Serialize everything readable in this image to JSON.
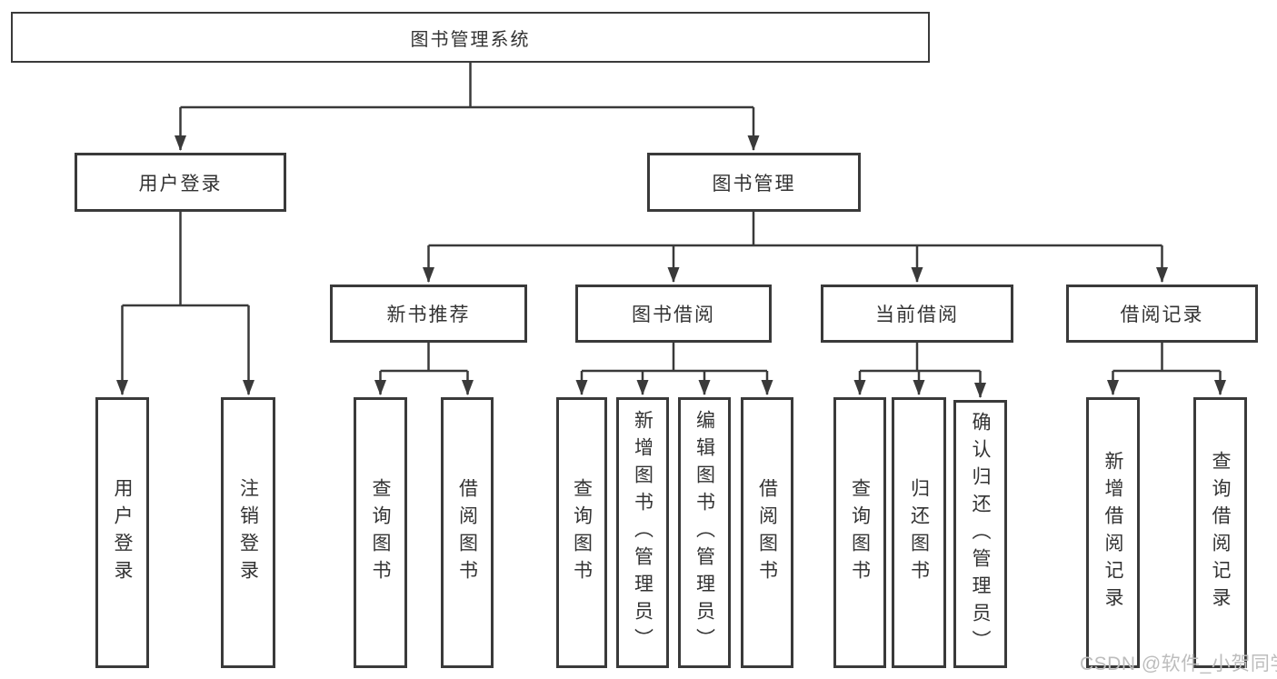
{
  "diagram_type": "hierarchy-tree",
  "tree": {
    "label": "图书管理系统",
    "children": [
      {
        "label": "用户登录",
        "children": [
          {
            "label": "用户登录"
          },
          {
            "label": "注销登录"
          }
        ]
      },
      {
        "label": "图书管理",
        "children": [
          {
            "label": "新书推荐",
            "children": [
              {
                "label": "查询图书"
              },
              {
                "label": "借阅图书"
              }
            ]
          },
          {
            "label": "图书借阅",
            "children": [
              {
                "label": "查询图书"
              },
              {
                "label": "新增图书（管理员）"
              },
              {
                "label": "编辑图书（管理员）"
              },
              {
                "label": "借阅图书"
              }
            ]
          },
          {
            "label": "当前借阅",
            "children": [
              {
                "label": "查询图书"
              },
              {
                "label": "归还图书"
              },
              {
                "label": "确认归还（管理员）"
              }
            ]
          },
          {
            "label": "借阅记录",
            "children": [
              {
                "label": "新增借阅记录"
              },
              {
                "label": "查询借阅记录"
              }
            ]
          }
        ]
      }
    ]
  },
  "watermark": {
    "text": "CSDN @软件_小贺同学"
  },
  "colors": {
    "background": "#ffffff",
    "box_border": "#3a3a3a",
    "connector_line": "#3a3a3a",
    "text": "#333333",
    "watermark_text": "#bdbdbd"
  }
}
